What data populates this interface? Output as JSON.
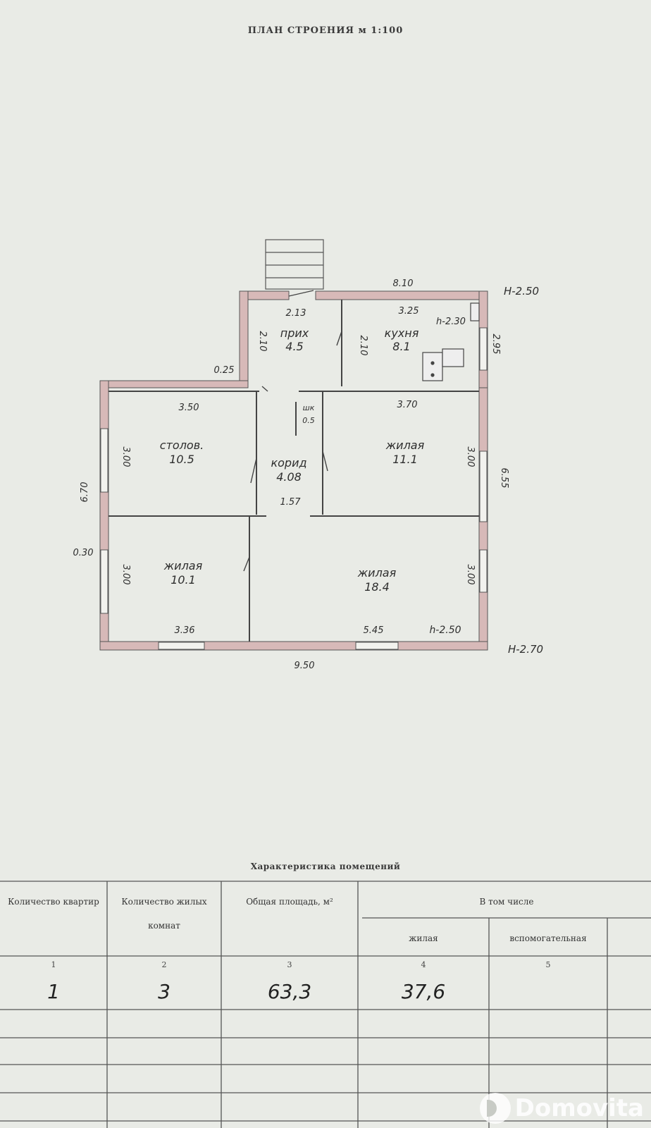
{
  "header": {
    "title": "ПЛАН СТРОЕНИЯ м 1:100"
  },
  "plan": {
    "rooms": [
      {
        "name": "прих",
        "area": "4.5"
      },
      {
        "name": "кухня",
        "area": "8.1"
      },
      {
        "name": "столов.",
        "area": "10.5"
      },
      {
        "name": "жилая",
        "area": "11.1"
      },
      {
        "name": "корид",
        "area": "4.08"
      },
      {
        "name": "жилая",
        "area": "10.1"
      },
      {
        "name": "жилая",
        "area": "18.4"
      },
      {
        "name": "шк",
        "area": "0.5"
      }
    ],
    "dimensions": [
      "8.10",
      "2.13",
      "3.25",
      "2.10",
      "2.10",
      "2.95",
      "0.25",
      "3.50",
      "3.70",
      "3.00",
      "3.00",
      "6.55",
      "6.70",
      "0.30",
      "3.00",
      "3.00",
      "1.57",
      "3.36",
      "5.45",
      "9.50"
    ],
    "heights": [
      "Н-2.50",
      "h-2.30",
      "h-2.50",
      "Н-2.70"
    ]
  },
  "table": {
    "title": "Характеристика помещений",
    "headers": {
      "apartments": "Количество квартир",
      "rooms": "Количество жилых комнат",
      "total_area": "Общая площадь, м²",
      "including": "В том числе",
      "living": "жилая",
      "auxiliary": "вспомогательная"
    },
    "column_numbers": [
      "1",
      "2",
      "3",
      "4",
      "5"
    ],
    "values": {
      "apartments": "1",
      "rooms": "3",
      "total_area": "63,3",
      "living": "37,6",
      "auxiliary": ""
    }
  },
  "watermark": {
    "text": "Domovita"
  }
}
